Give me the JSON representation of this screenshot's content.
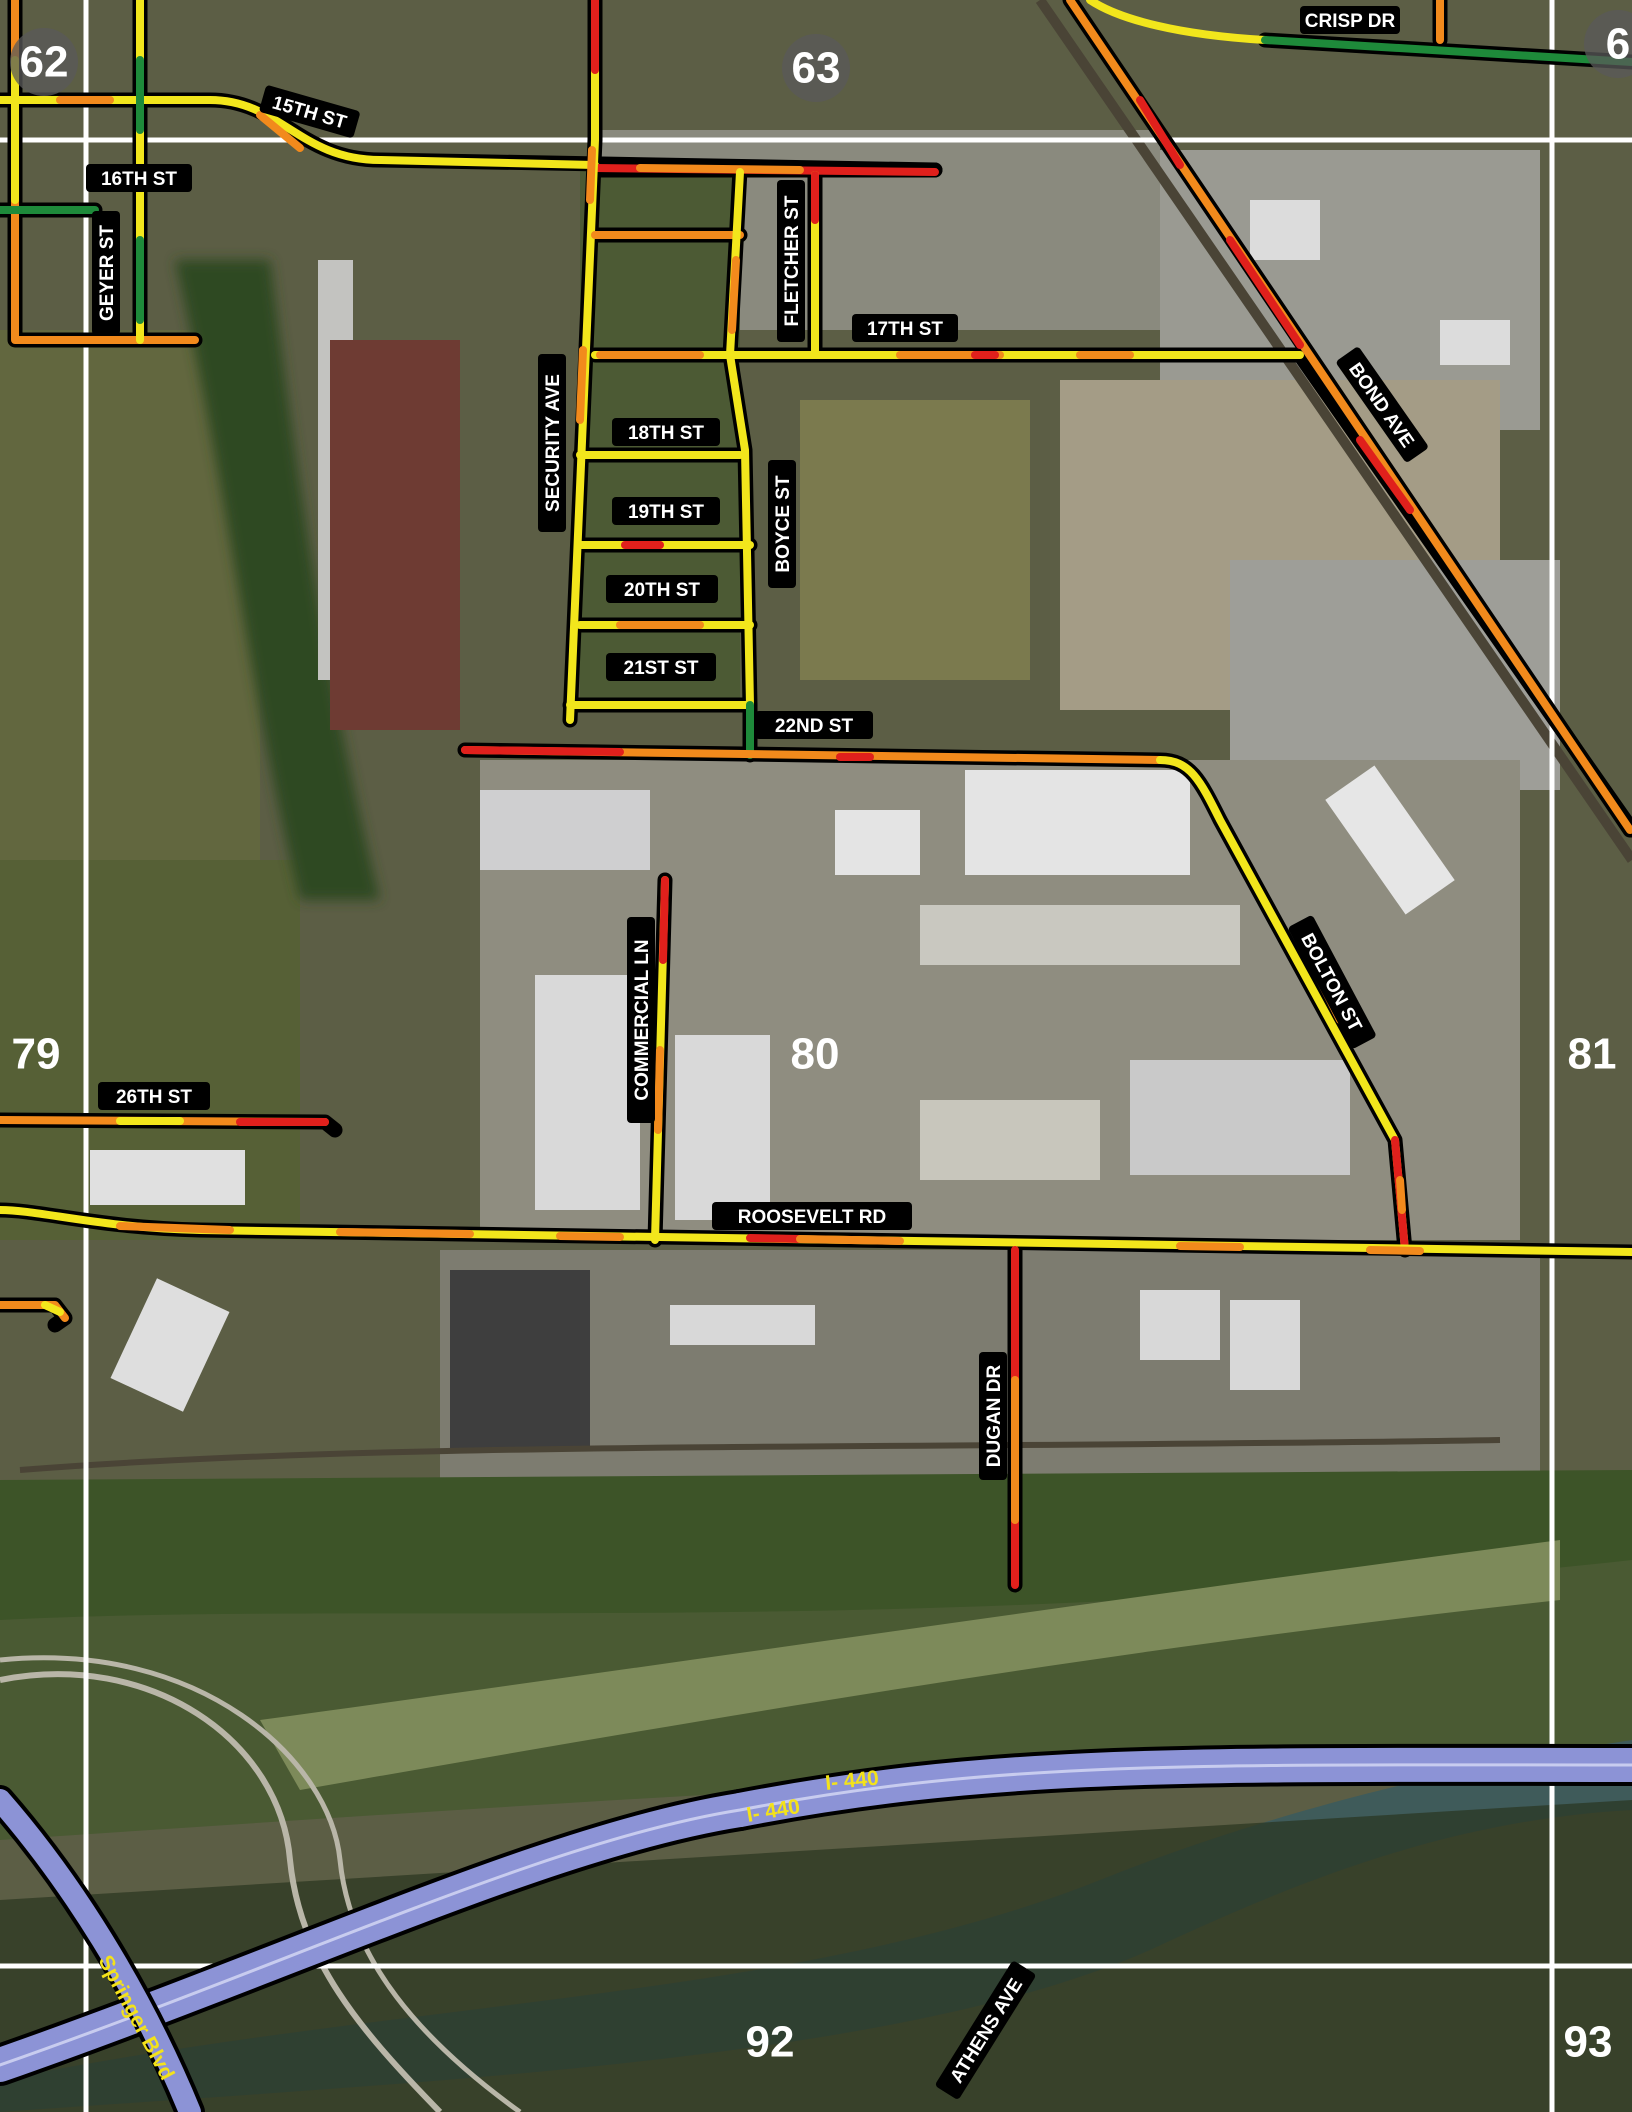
{
  "legend_colors": {
    "good": "#1e8a3a",
    "fair": "#f2e61c",
    "poor": "#f28a1c",
    "very_poor": "#e0201c",
    "highway": "#8c93d6",
    "grid_line": "#ffffff"
  },
  "grid_cells": [
    "62",
    "63",
    "6",
    "79",
    "80",
    "81",
    "92",
    "93"
  ],
  "streets": {
    "crisp_dr": "CRISP DR",
    "st_15th": "15TH ST",
    "st_16th": "16TH ST",
    "geyer_st": "GEYER ST",
    "fletcher_st": "FLETCHER ST",
    "st_17th": "17TH ST",
    "bond_ave": "BOND AVE",
    "security_ave": "SECURITY AVE",
    "st_18th": "18TH ST",
    "boyce_st": "BOYCE ST",
    "st_19th": "19TH ST",
    "st_20th": "20TH ST",
    "st_21st": "21ST ST",
    "st_22nd": "22ND ST",
    "bolton_st": "BOLTON ST",
    "commercial_ln": "COMMERCIAL LN",
    "st_26th": "26TH ST",
    "roosevelt_rd": "ROOSEVELT RD",
    "dugan_dr": "DUGAN DR",
    "i440_a": "I- 440",
    "i440_b": "I- 440",
    "springer_blvd": "Springer Blvd",
    "athens_ave": "ATHENS AVE"
  }
}
